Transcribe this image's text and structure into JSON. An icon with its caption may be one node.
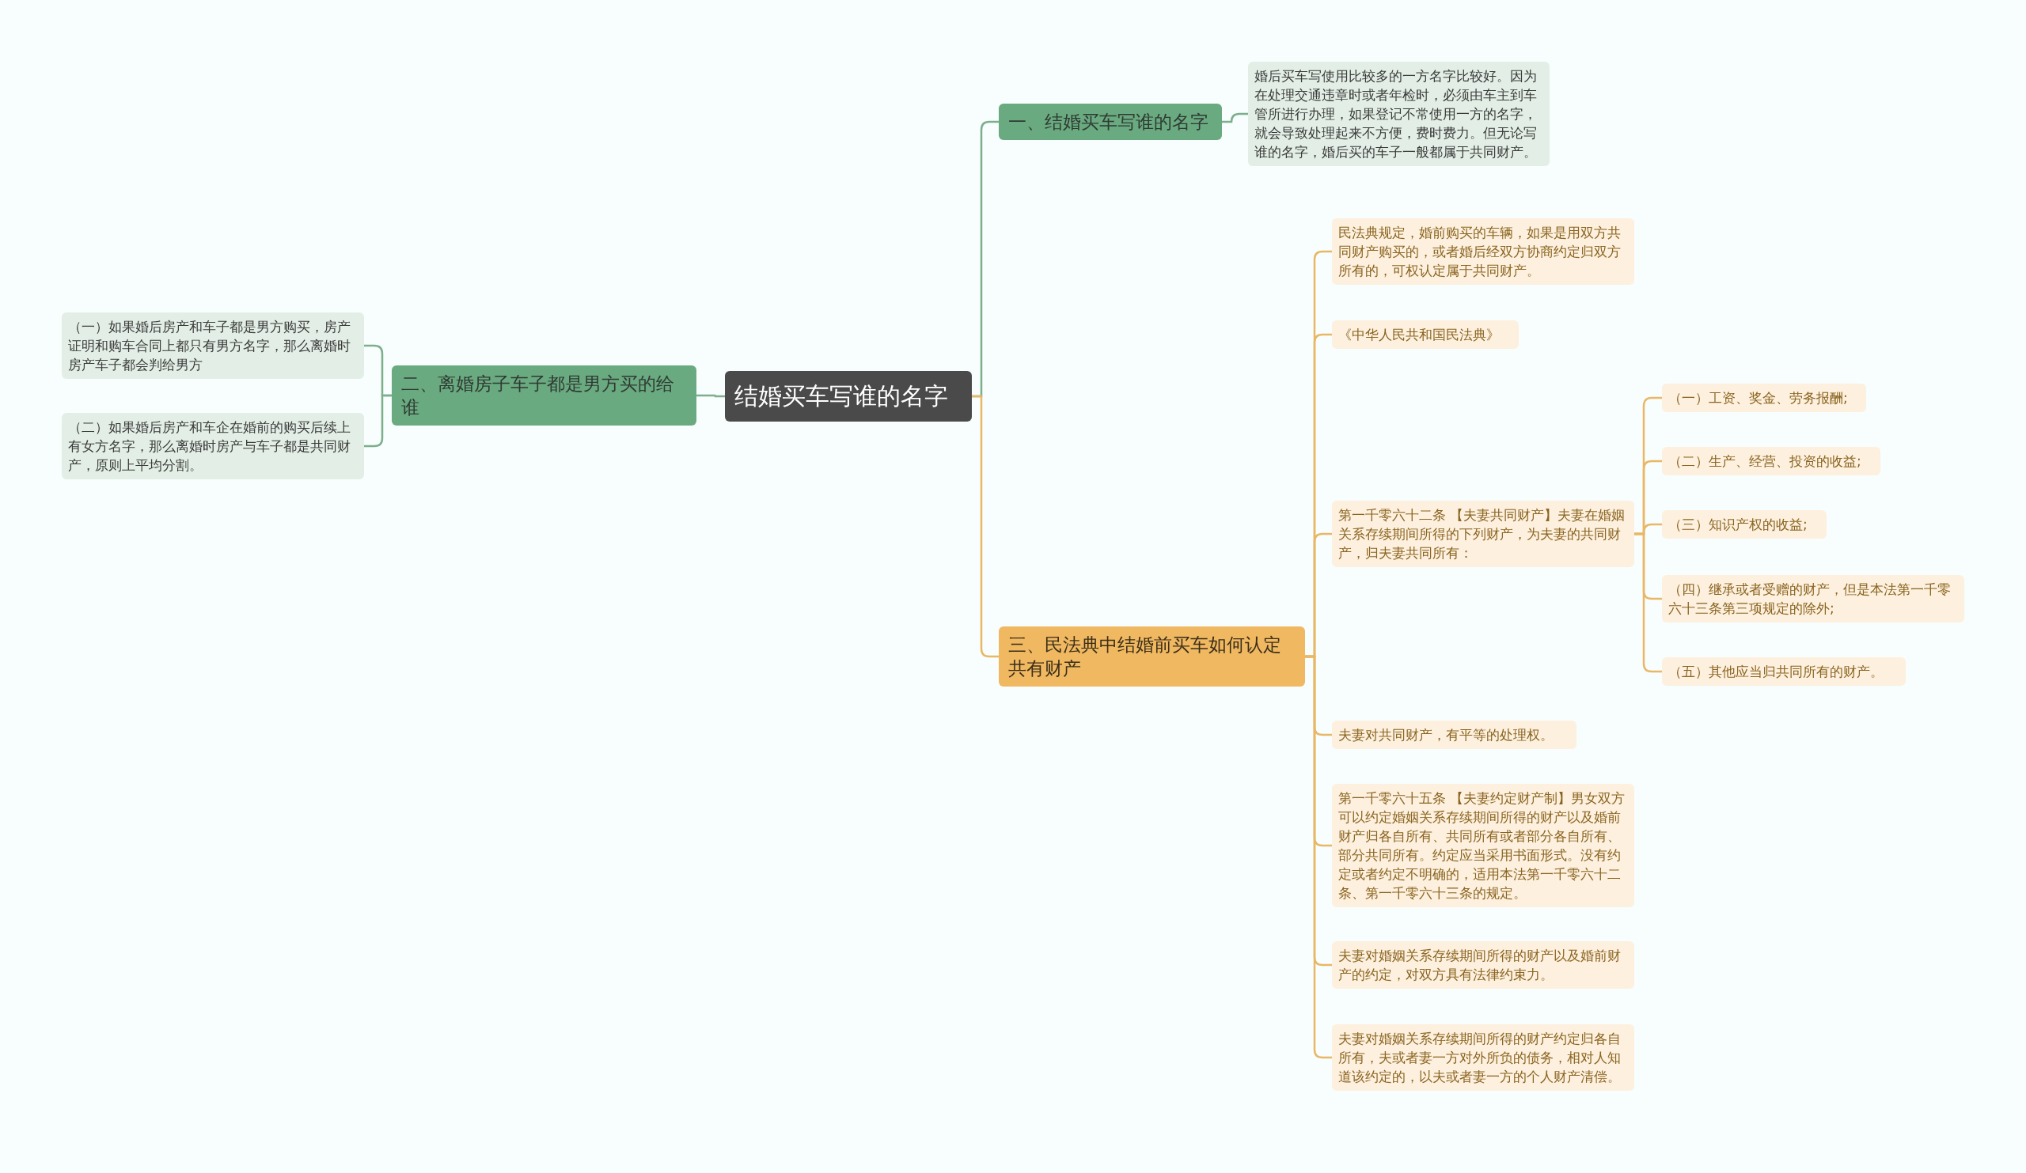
{
  "diagram": {
    "nodes": [
      {
        "text": [
          "结婚买车写谁的名字"
        ]
      },
      {
        "text": [
          "一、结婚买车写谁的名字"
        ]
      },
      {
        "text": [
          "婚后买车写使用比较多的一方名字比较好。因为在处理交通违章时或者年检时，必须由车主到车管所进行办理，如果登记不常使用一方的名字，就会导致处理起来不方便，费时费力。但无论写谁的名字，婚后买的车子一般都属于共同财产。"
        ]
      },
      {
        "text": [
          "二、离婚房子车子都是男方买的给谁"
        ]
      },
      {
        "text": [
          "（一）如果婚后房产和车子都是男方购买，房产证明和购车合同上都只有男方名字，那么离婚时房产车子都会判给男方"
        ]
      },
      {
        "text": [
          "（二）如果婚后房产和车企在婚前的购买后续上有女方名字，那么离婚时房产与车子都是共同财产，原则上平均分割。"
        ]
      },
      {
        "text": [
          "三、民法典中结婚前买车如何认定共有财产"
        ]
      },
      {
        "text": [
          "民法典规定，婚前购买的车辆，如果是用双方共同财产购买的，或者婚后经双方协商约定归双方所有的，可权认定属于共同财产。"
        ]
      },
      {
        "text": [
          "《中华人民共和国民法典》"
        ]
      },
      {
        "text": [
          "第一千零六十二条 【夫妻共同财产】夫妻在婚姻关系存续期间所得的下列财产，为夫妻的共同财产，归夫妻共同所有："
        ]
      },
      {
        "text": [
          "（一）工资、奖金、劳务报酬;"
        ]
      },
      {
        "text": [
          "（二）生产、经营、投资的收益;"
        ]
      },
      {
        "text": [
          "（三）知识产权的收益;"
        ]
      },
      {
        "text": [
          "（四）继承或者受赠的财产，但是本法第一千零六十三条第三项规定的除外;"
        ]
      },
      {
        "text": [
          "（五）其他应当归共同所有的财产。"
        ]
      },
      {
        "text": [
          "夫妻对共同财产，有平等的处理权。"
        ]
      },
      {
        "text": [
          "第一千零六十五条 【夫妻约定财产制】男女双方可以约定婚姻关系存续期间所得的财产以及婚前财产归各自所有、共同所有或者部分各自所有、部分共同所有。约定应当采用书面形式。没有约定或者约定不明确的，适用本法第一千零六十二条、第一千零六十三条的规定。"
        ]
      },
      {
        "text": [
          "夫妻对婚姻关系存续期间所得的财产以及婚前财产的约定，对双方具有法律约束力。"
        ]
      },
      {
        "text": [
          "夫妻对婚姻关系存续期间所得的财产约定归各自所有，夫或者妻一方对外所负的债务，相对人知道该约定的，以夫或者妻一方的个人财产清偿。"
        ]
      }
    ],
    "edges": [
      {
        "from": 0,
        "to": 1,
        "arrow": "none",
        "color": "#7cb08c"
      },
      {
        "from": 1,
        "to": 2,
        "arrow": "none",
        "color": "#7cb08c"
      },
      {
        "from": 0,
        "to": 3,
        "arrow": "none",
        "color": "#7cb08c"
      },
      {
        "from": 3,
        "to": 4,
        "arrow": "none",
        "color": "#7cb08c"
      },
      {
        "from": 3,
        "to": 5,
        "arrow": "none",
        "color": "#7cb08c"
      },
      {
        "from": 0,
        "to": 6,
        "arrow": "none"
      },
      {
        "from": 6,
        "to": 7,
        "arrow": "none"
      },
      {
        "from": 6,
        "to": 8,
        "arrow": "none"
      },
      {
        "from": 6,
        "to": 9,
        "arrow": "none"
      },
      {
        "from": 9,
        "to": 10,
        "arrow": "none"
      },
      {
        "from": 9,
        "to": 11,
        "arrow": "none"
      },
      {
        "from": 9,
        "to": 12,
        "arrow": "none"
      },
      {
        "from": 9,
        "to": 13,
        "arrow": "none"
      },
      {
        "from": 9,
        "to": 14,
        "arrow": "none"
      },
      {
        "from": 6,
        "to": 15,
        "arrow": "none"
      },
      {
        "from": 6,
        "to": 16,
        "arrow": "none"
      },
      {
        "from": 6,
        "to": 17,
        "arrow": "none"
      },
      {
        "from": 6,
        "to": 18,
        "arrow": "none"
      }
    ]
  }
}
